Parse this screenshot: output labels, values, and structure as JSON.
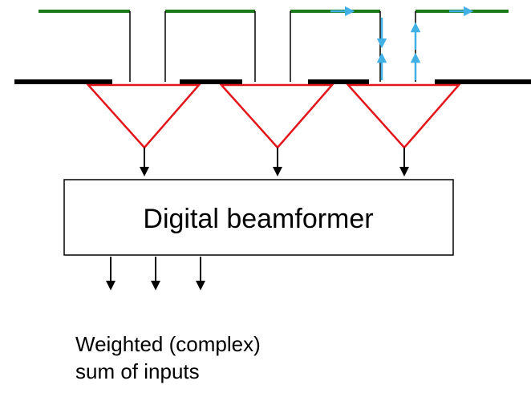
{
  "diagram": {
    "beamformer_label": "Digital beamformer",
    "caption_line1": "Weighted (complex)",
    "caption_line2": "sum of inputs",
    "colors": {
      "conductor": "#000000",
      "ground_strip": "#1a7a1a",
      "amplifier": "#e3161b",
      "signal_arrow": "#41b0e4",
      "box_border": "#000000"
    }
  }
}
